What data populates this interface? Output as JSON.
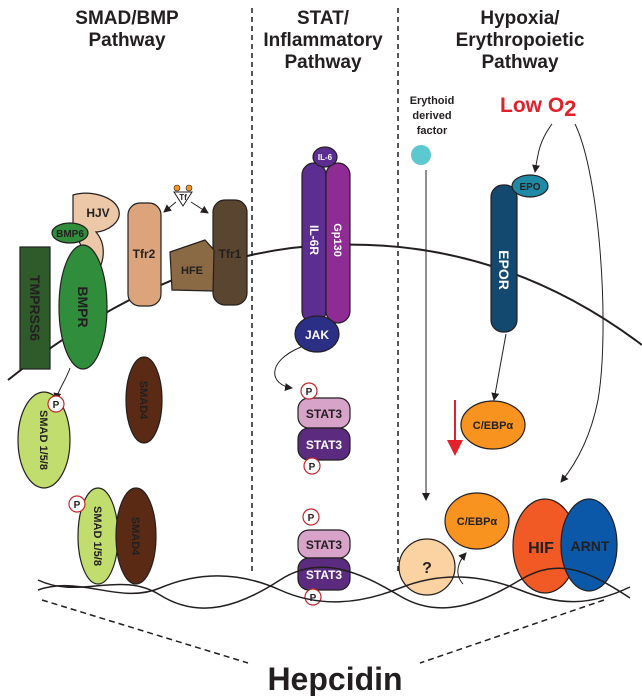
{
  "titles": {
    "smad_line1": "SMAD/BMP",
    "smad_line2": "Pathway",
    "stat_line1": "STAT/",
    "stat_line2": "Inflammatory",
    "stat_line3": "Pathway",
    "hyp_line1": "Hypoxia/",
    "hyp_line2": "Erythropoietic",
    "hyp_line3": "Pathway"
  },
  "smad": {
    "hjv": "HJV",
    "bmp6": "BMP6",
    "tmprss6": "TMPRSS6",
    "bmpr": "BMPR",
    "tfr2": "Tfr2",
    "tf": "Tf",
    "hfe": "HFE",
    "tfr1": "Tfr1",
    "smad158": "SMAD 1/5/8",
    "smad4": "SMAD4",
    "smad158_nuclear": "SMAD 1/5/8",
    "smad4_nuclear": "SMAD4",
    "p": "P"
  },
  "stat": {
    "il6": "IL-6",
    "il6r": "IL-6R",
    "gp130": "Gp130",
    "jak": "JAK",
    "stat3": "STAT3",
    "p": "P"
  },
  "hypoxia": {
    "erythoid_line1": "Erythoid",
    "erythoid_line2": "derived",
    "erythoid_line3": "factor",
    "low_o2_text": "Low O",
    "low_o2_sub": "2",
    "epo": "EPO",
    "epor": "EPOR",
    "cebpa": "C/EBPα",
    "question": "?",
    "hif": "HIF",
    "arnt": "ARNT"
  },
  "hepcidin": "Hepcidin",
  "colors": {
    "low_o2": "#e3212b",
    "down_arrow": "#e3212b",
    "epor": "#14496f",
    "epo": "#1f8aa5",
    "il6r": "#5d2e91",
    "gp130": "#8e2b95",
    "jak": "#2c2f86",
    "stat3_light": "#d8a3c9",
    "stat3_dark": "#5b2b7f",
    "bmpr": "#2f8d3b",
    "tmprss6": "#2f5b2a",
    "smad158": "#c1dd6e",
    "smad4": "#5a2a15",
    "tfr2": "#dca47a",
    "tfr1": "#5a4630",
    "hfe": "#8a6a45",
    "hjv": "#ecc8a8",
    "cebpa": "#f7931e",
    "hif": "#f15a24",
    "arnt": "#0b58a8",
    "question": "#fbd3a3",
    "erythoid_factor": "#5cc8d0"
  }
}
